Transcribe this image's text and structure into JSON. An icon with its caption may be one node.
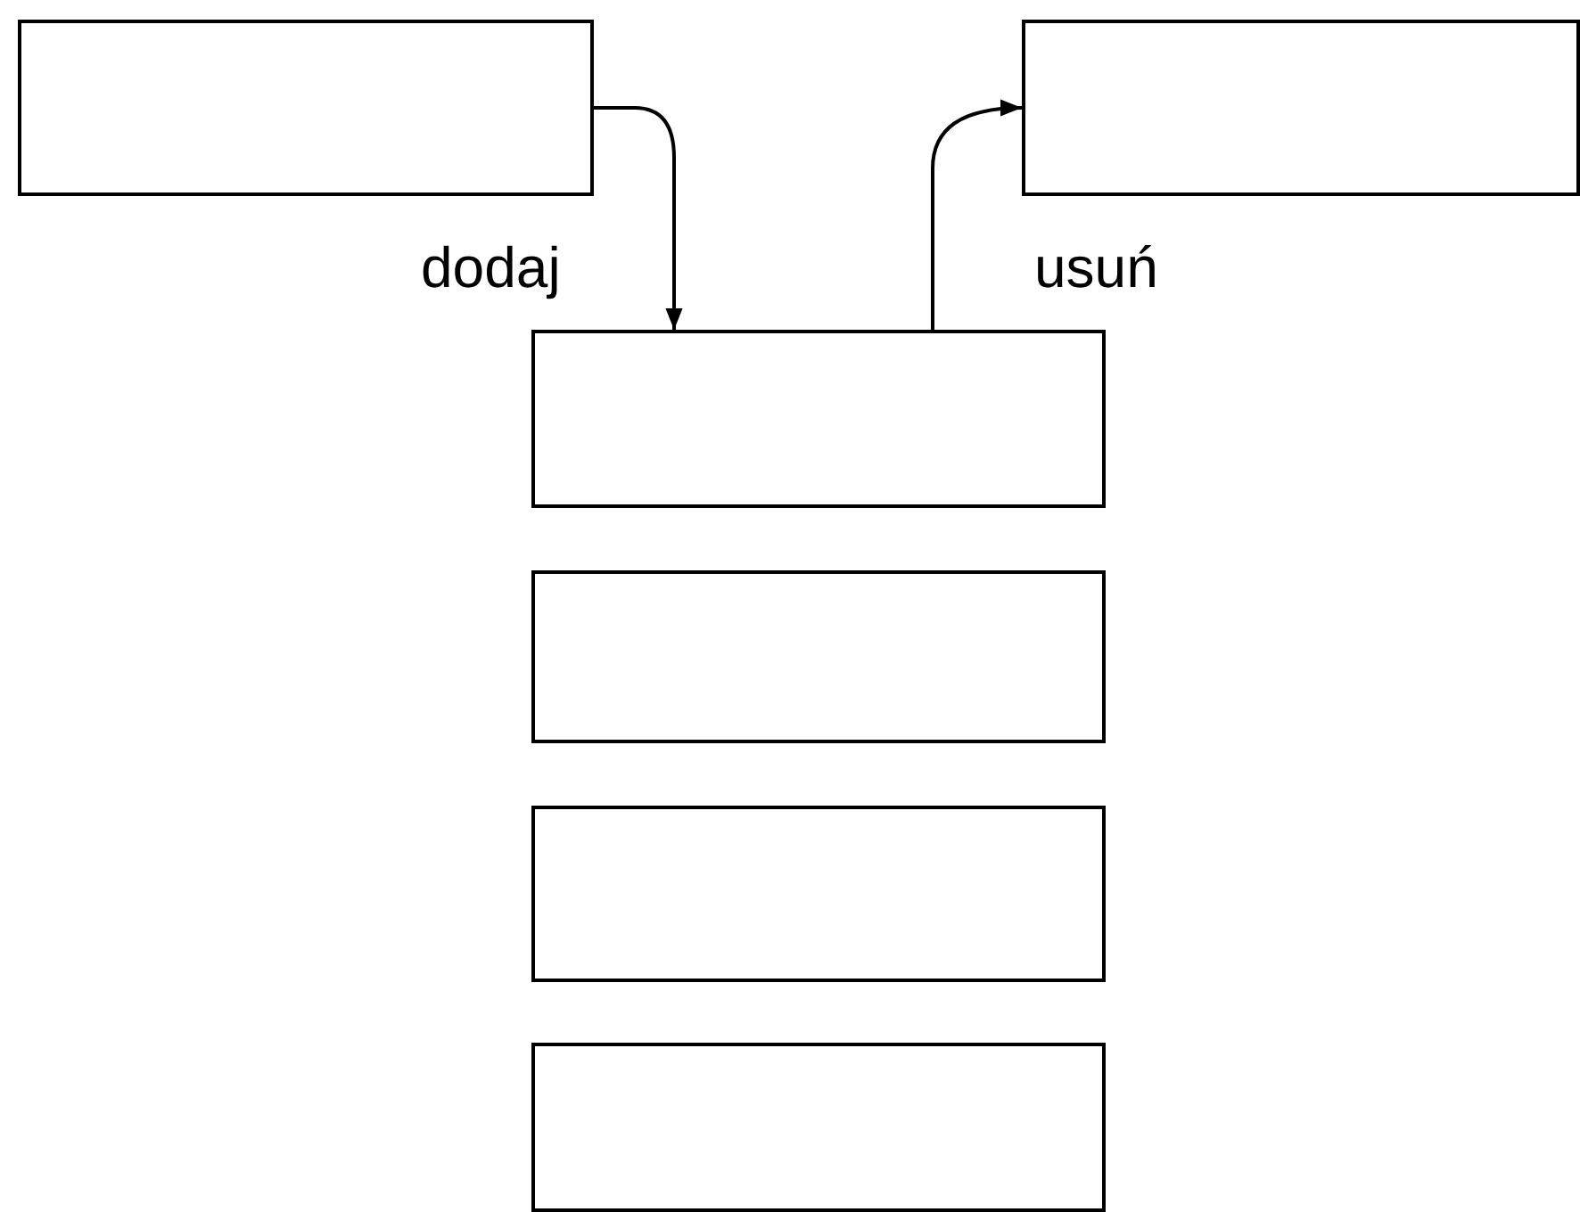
{
  "diagram": {
    "nodes": [
      {
        "text": [],
        "shape": "box"
      },
      {
        "text": [],
        "shape": "box"
      },
      {
        "text": [],
        "shape": "box"
      },
      {
        "text": [],
        "shape": "box"
      },
      {
        "text": [],
        "shape": "box"
      },
      {
        "text": [],
        "shape": "box"
      }
    ],
    "edges": [
      {
        "from": 0,
        "to": 2,
        "arrow": "to",
        "label": "dodaj"
      },
      {
        "from": 2,
        "to": 1,
        "arrow": "to",
        "label": "usuń"
      }
    ]
  }
}
